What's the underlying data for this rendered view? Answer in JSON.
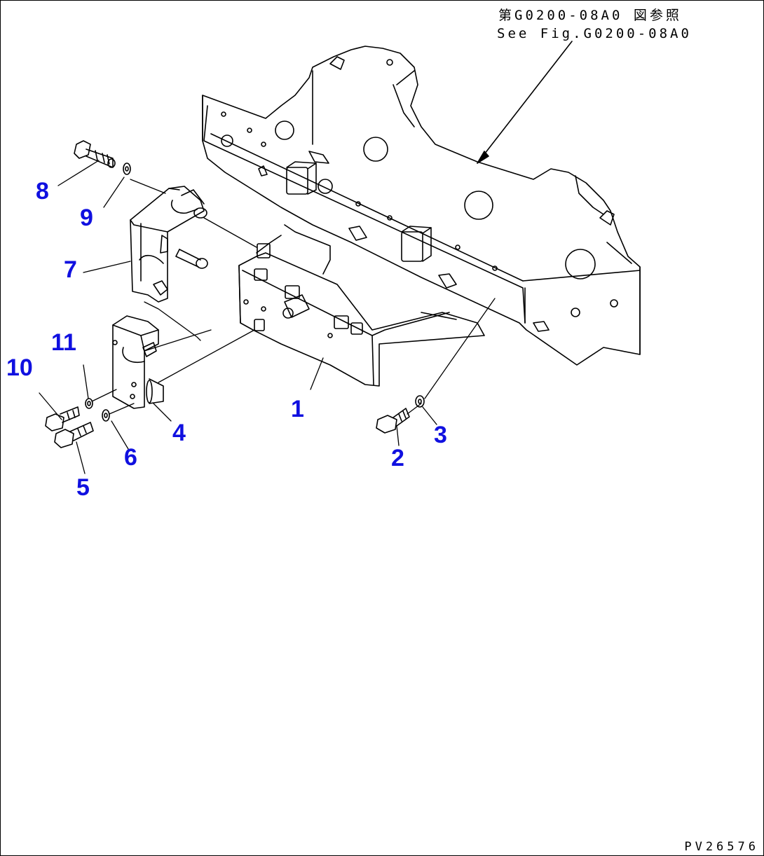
{
  "reference": {
    "jp": "第G0200-08A0 図参照",
    "en": "See Fig.G0200-08A0"
  },
  "doc_code": "PV26576",
  "callout_color": "#1010e0",
  "callouts": {
    "c1": "1",
    "c2": "2",
    "c3": "3",
    "c4": "4",
    "c5": "5",
    "c6": "6",
    "c7": "7",
    "c8": "8",
    "c9": "9",
    "c10": "10",
    "c11": "11"
  }
}
